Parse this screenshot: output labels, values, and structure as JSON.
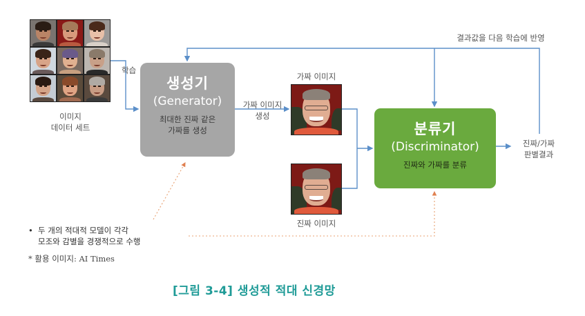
{
  "diagram": {
    "dataset": {
      "label_line1": "이미지",
      "label_line2": "데이터 세트",
      "icon": "face-grid-photo",
      "faces": [
        {
          "skin": "#b98466",
          "hair": "#2a1c14",
          "bg": "#7a7470",
          "shirt": "#3a3a3a"
        },
        {
          "skin": "#d89a7c",
          "hair": "#a67a5a",
          "bg": "#8a1a18",
          "shirt": "#b85a40"
        },
        {
          "skin": "#e8c0a8",
          "hair": "#4a2a1a",
          "bg": "#9c9a98",
          "shirt": "#d8d0c8"
        },
        {
          "skin": "#d8a488",
          "hair": "#3a2418",
          "bg": "#d0d8e0",
          "shirt": "#6a5a5a"
        },
        {
          "skin": "#e0b090",
          "hair": "#6a5a8a",
          "bg": "#7a6a60",
          "shirt": "#c8a080"
        },
        {
          "skin": "#c8a088",
          "hair": "#8a7a6a",
          "bg": "#bcb6b0",
          "shirt": "#2a2a2a"
        },
        {
          "skin": "#d4a488",
          "hair": "#2a1a12",
          "bg": "#c4ccd4",
          "shirt": "#5a4a40"
        },
        {
          "skin": "#e0a484",
          "hair": "#8a4a2a",
          "bg": "#5a4a3a",
          "shirt": "#a06a50"
        },
        {
          "skin": "#c89c84",
          "hair": "#b0aaa4",
          "bg": "#5a4a3e",
          "shirt": "#3a3a3a"
        }
      ]
    },
    "arrow_labels": {
      "train": "학습",
      "fake_gen_line1": "가짜 이미지",
      "fake_gen_line2": "생성",
      "feedback": "결과값을 다음 학습에 반영",
      "result_line1": "진짜/가짜",
      "result_line2": "판별결과"
    },
    "generator": {
      "title": "생성기",
      "subtitle": "(Generator)",
      "desc_line1": "최대한 진짜 같은",
      "desc_line2": "가짜를 생성",
      "color": "#a6a6a6"
    },
    "discriminator": {
      "title": "분류기",
      "subtitle": "(Discriminator)",
      "desc": "진짜와 가짜를 분류",
      "color": "#6aaa3e"
    },
    "fake_image": {
      "label": "가짜 이미지",
      "icon": "face-photo"
    },
    "real_image": {
      "label": "진짜 이미지",
      "icon": "face-photo"
    },
    "note": {
      "bullet": "•",
      "line1": "두 개의 적대적 모델이 각각",
      "line2": "모조와 감별을 경쟁적으로 수행"
    },
    "colors": {
      "arrow": "#5b8fc9",
      "dashed": "#e8a070"
    }
  },
  "source": "* 활용 이미지: AI Times",
  "caption": "[그림 3-4] 생성적 적대 신경망"
}
